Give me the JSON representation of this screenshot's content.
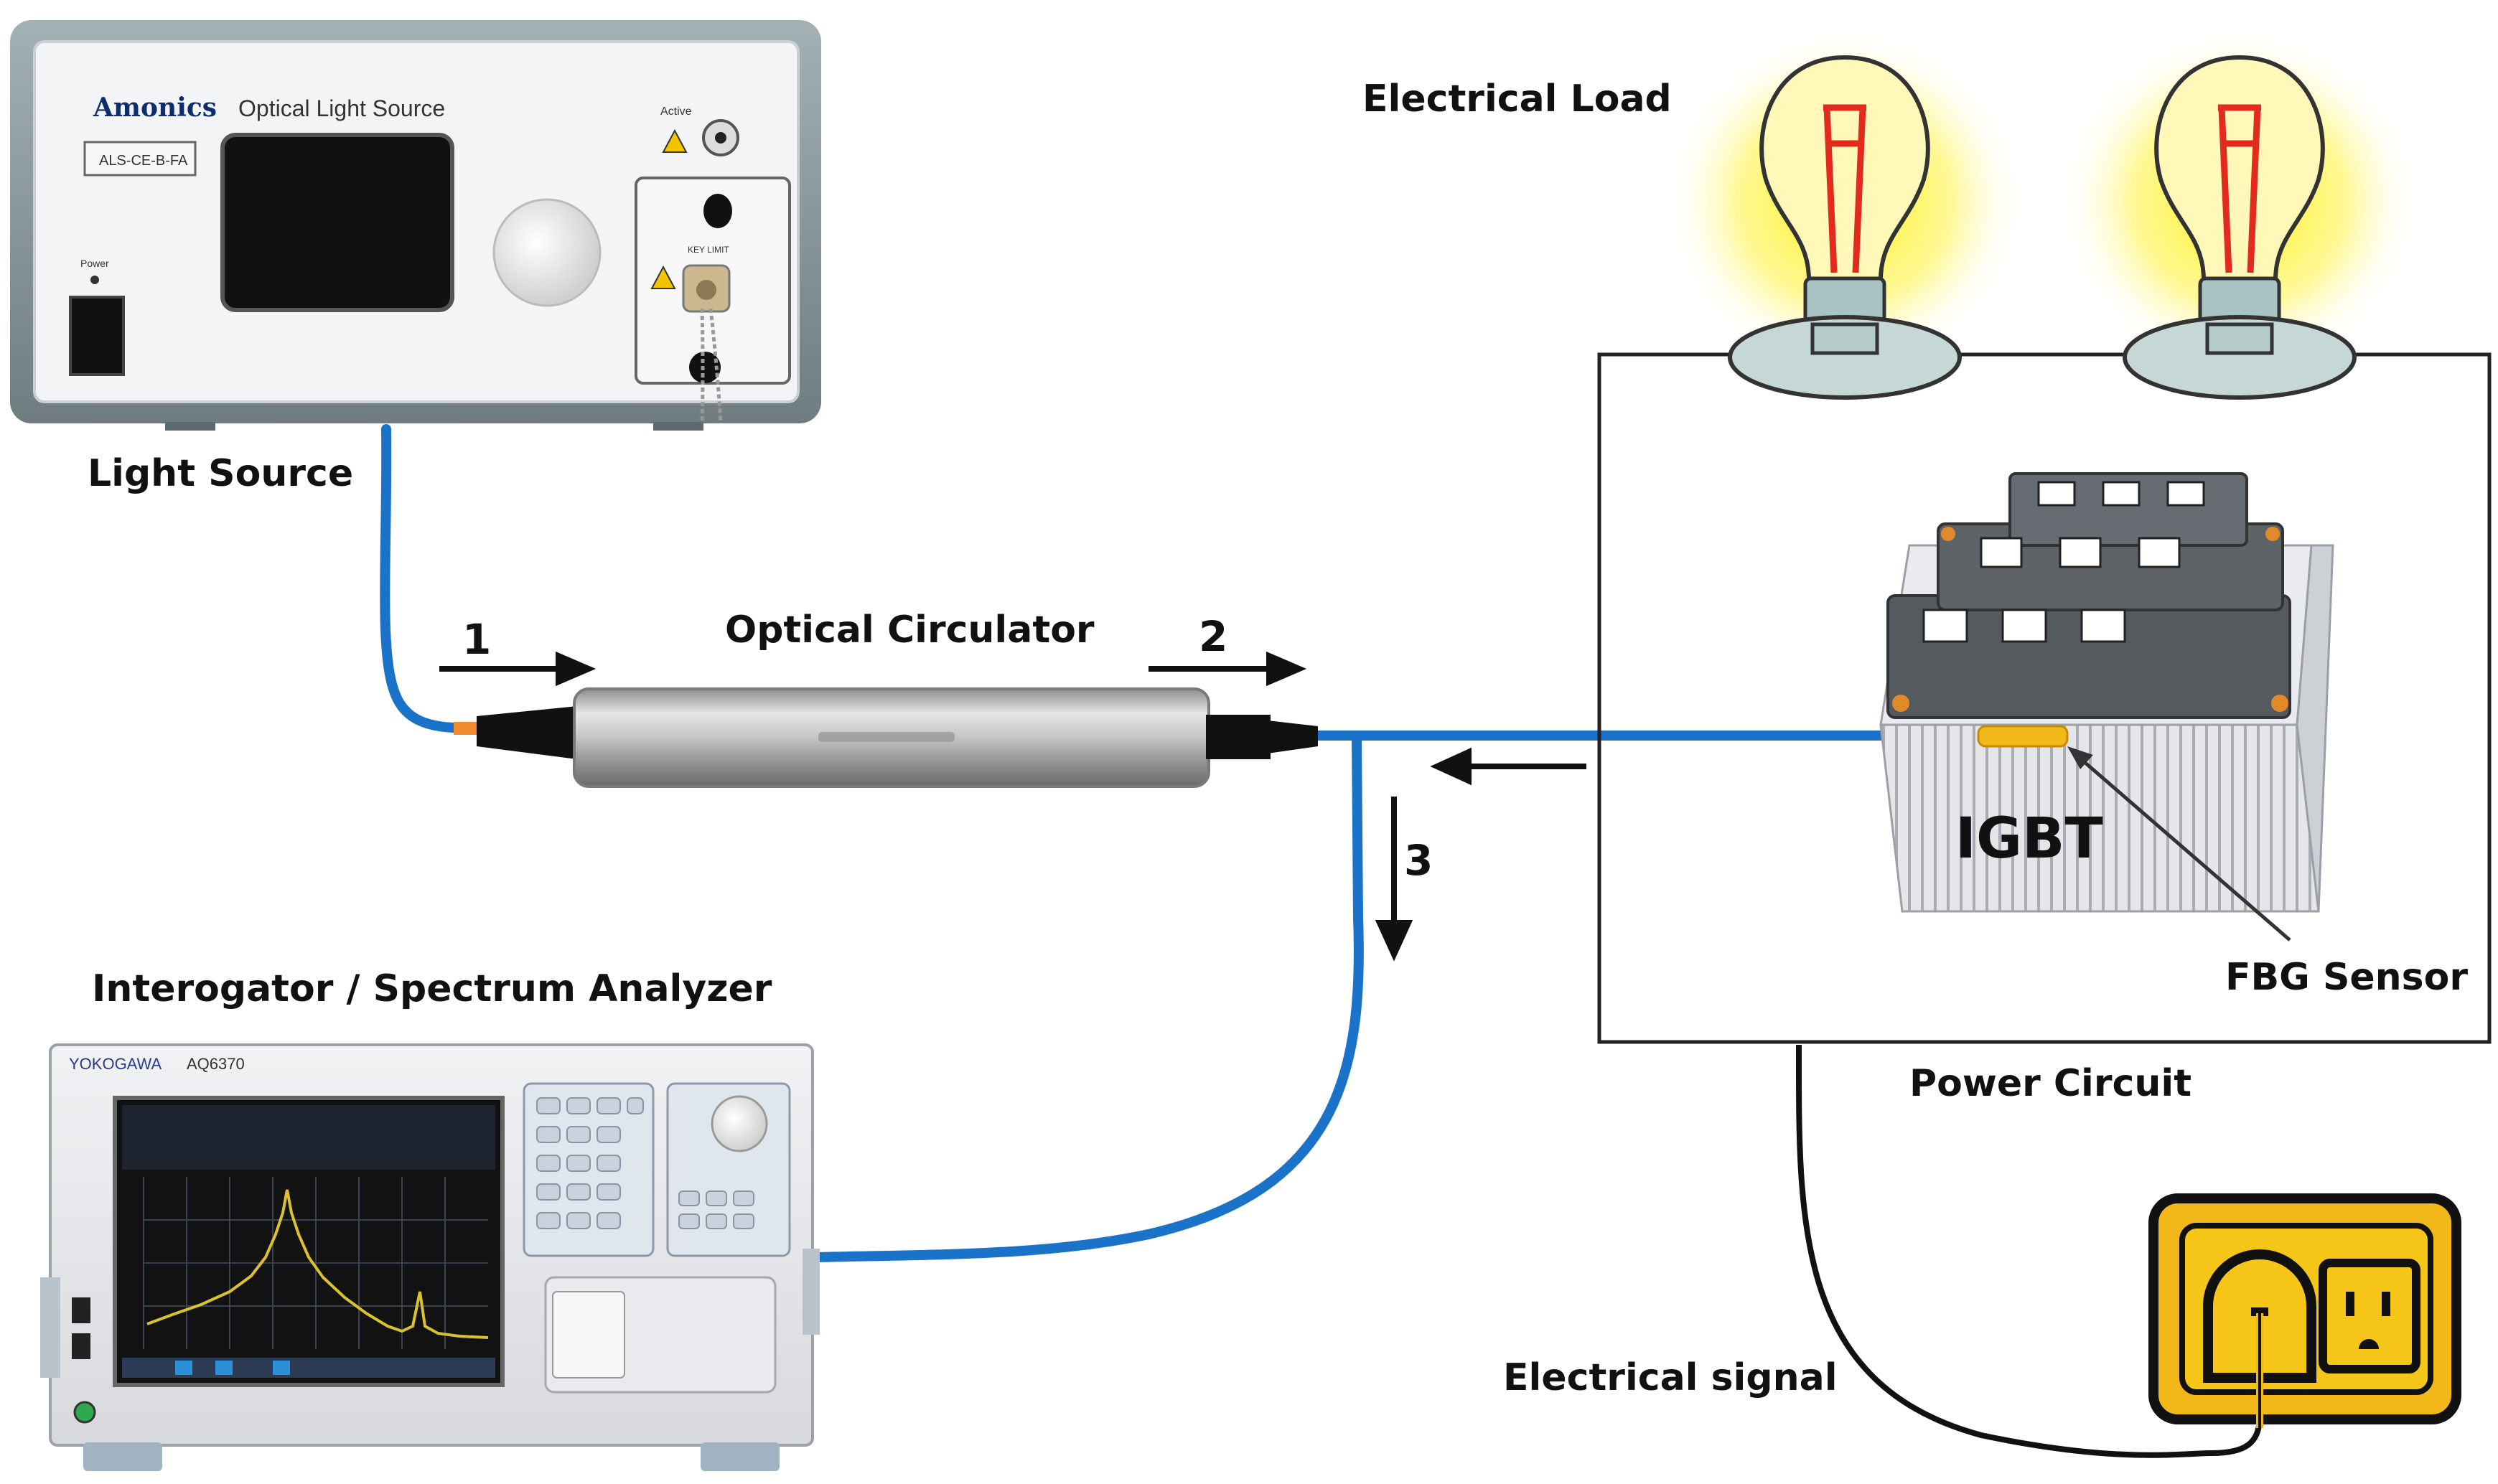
{
  "labels": {
    "light_source": "Light Source",
    "optical_circulator": "Optical Circulator",
    "interrogator": "Interogator / Spectrum Analyzer",
    "electrical_load": "Electrical Load",
    "power_circuit": "Power Circuit",
    "fbg_sensor": "FBG Sensor",
    "igbt": "IGBT",
    "electrical_signal": "Electrical signal"
  },
  "ports": {
    "p1": "1",
    "p2": "2",
    "p3": "3"
  },
  "device_text": {
    "brand": "Amonics",
    "panel_title": "Optical Light Source",
    "model": "ALS-CE-B-FA",
    "power": "Power",
    "active": "Active",
    "key": "KEY LIMIT",
    "analyzer_brand": "YOKOGAWA",
    "analyzer_model": "AQ6370"
  },
  "colors": {
    "fiber": "#1a73c9",
    "sensor": "#f2b81a",
    "socket_frame": "#f2b81a",
    "socket_face": "#f5c518",
    "bulb_glow": "#fff200",
    "spectrum_trace": "#d9c22c"
  }
}
